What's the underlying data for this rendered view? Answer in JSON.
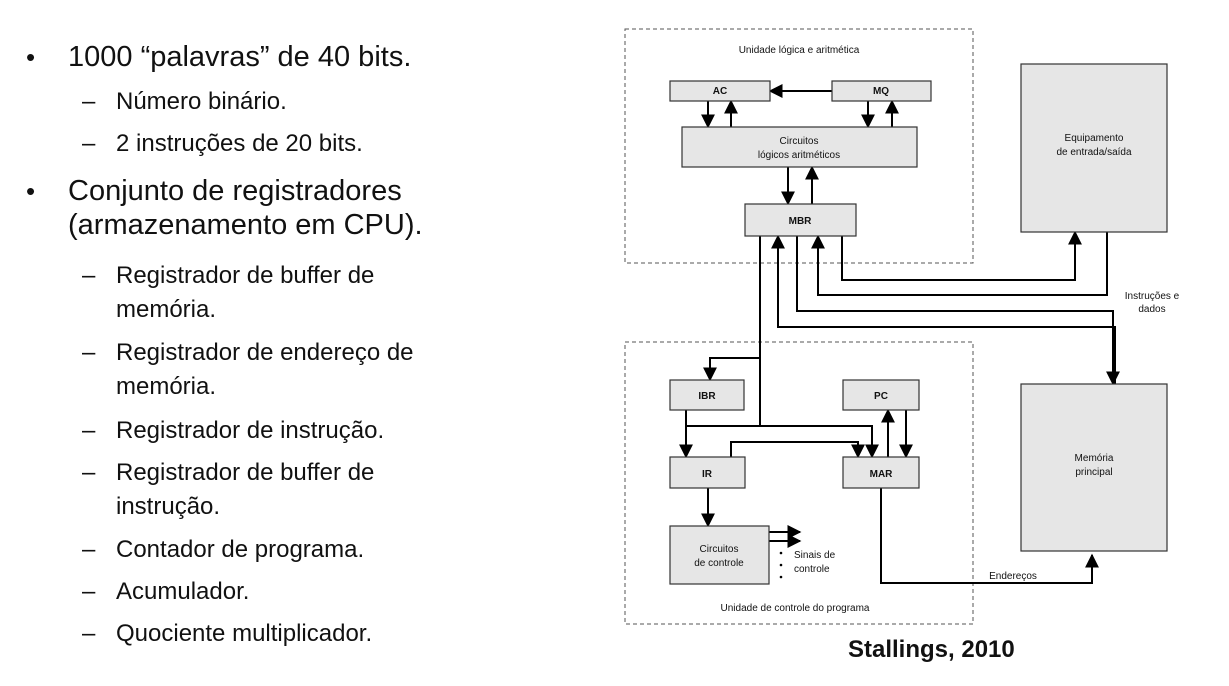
{
  "slide": {
    "bullets": [
      {
        "text": "1000 “palavras” de 40 bits.",
        "sub": [
          "Número binário.",
          "2 instruções de 20 bits."
        ]
      },
      {
        "lines": [
          "Conjunto de registradores",
          "(armazenamento em CPU)."
        ],
        "sub": [
          [
            "Registrador de buffer de",
            "memória."
          ],
          [
            "Registrador de endereço de",
            "memória."
          ],
          [
            "Registrador de instrução."
          ],
          [
            "Registrador de buffer de",
            "instrução."
          ],
          [
            "Contador de programa."
          ],
          [
            "Acumulador."
          ],
          [
            "Quociente multiplicador."
          ]
        ]
      }
    ],
    "caption": "Stallings, 2010"
  },
  "diagram": {
    "alu_region_label": "Unidade lógica e aritmética",
    "control_region_label": "Unidade de controle do programa",
    "ac": "AC",
    "mq": "MQ",
    "alc": [
      "Circuitos",
      "lógicos aritméticos"
    ],
    "mbr": "MBR",
    "io": [
      "Equipamento",
      "de entrada/saída"
    ],
    "data_label": [
      "Instruções e",
      "dados"
    ],
    "ibr": "IBR",
    "pc": "PC",
    "ir": "IR",
    "mar": "MAR",
    "control_circuits": [
      "Circuitos",
      "de controle"
    ],
    "signals": [
      "Sinais de",
      "controle"
    ],
    "memory": [
      "Memória",
      "principal"
    ],
    "address_label": "Endereços"
  }
}
